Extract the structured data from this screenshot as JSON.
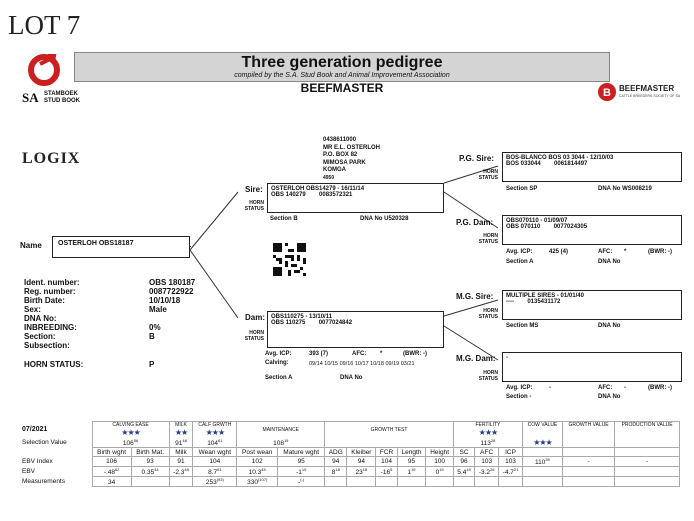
{
  "lot_label": "LOT 7",
  "header": {
    "title": "Three generation pedigree",
    "subtitle": "compiled by the S.A. Stud Book and Animal Improvement Association",
    "breed": "BEEFMASTER",
    "logo_left_sa": "SA",
    "logo_left_text1": "STAMBOEK",
    "logo_left_text2": "STUD BOOK",
    "logo_right_name": "BEEFMASTER",
    "logo_right_sub": "CATTLE BREEDERS SOCIETY OF SA",
    "logix": "LOGIX",
    "brand_red": "#cc1f1f"
  },
  "breeder": {
    "line1": "0438611000",
    "line2": "MR E.L. OSTERLOH",
    "line3": "P.O. BOX 82",
    "line4": "MIMOSA PARK",
    "line5": "KOMGA",
    "line6": "4950"
  },
  "animal": {
    "name_label": "Name",
    "name": "OSTERLOH OBS18187",
    "fields": [
      {
        "label": "Ident. number:",
        "value": "OBS 180187"
      },
      {
        "label": "Reg. number:",
        "value": "0087722922"
      },
      {
        "label": "Birth Date:",
        "value": "10/10/18"
      },
      {
        "label": "Sex:",
        "value": "Male"
      },
      {
        "label": "DNA No:",
        "value": ""
      },
      {
        "label": "INBREEDING:",
        "value": "0%"
      },
      {
        "label": "Section:",
        "value": "B"
      },
      {
        "label": "Subsection:",
        "value": ""
      }
    ],
    "horn_label": "HORN STATUS:",
    "horn_value": "P"
  },
  "labels": {
    "horn_status": "HORN STATUS",
    "section": "Section",
    "dna_no": "DNA No",
    "avg_icp": "Avg. ICP:",
    "afc": "AFC:",
    "bwr": "(BWR: -)",
    "calving": "Calving:"
  },
  "sire": {
    "label": "Sire:",
    "line1": "OSTERLOH OBS14279 - 16/11/14",
    "line2": "OBS 140279        0083572321",
    "section": "Section B",
    "dna": "DNA No U520328"
  },
  "dam": {
    "label": "Dam:",
    "line1": "OBS110275 - 13/10/11",
    "line2": "OBS 110275        0077024842",
    "avg_icp": "393 (7)",
    "afc": "*",
    "calving": "09/14 10/15 09/16 10/17 10/18 09/19 03/21",
    "section": "Section A",
    "dna": "DNA No"
  },
  "pg_sire": {
    "label": "P.G. Sire:",
    "line1": "BOS-BLANCO BOS 03 3044 - 12/10/03",
    "line2": "BOS 033044        0061814497",
    "section": "Section SP",
    "dna": "DNA No WS008219"
  },
  "pg_dam": {
    "label": "P.G. Dam:",
    "line1": "OBS070110 - 01/09/07",
    "line2": "OBS 070110        0077024305",
    "avg_icp": "425 (4)",
    "afc": "*",
    "section": "Section A",
    "dna": "DNA No"
  },
  "mg_sire": {
    "label": "M.G. Sire:",
    "line1": "MULTIPLE SIRES - 01/01/40",
    "line2": "----        0135431172",
    "section": "Section MS",
    "dna": "DNA No"
  },
  "mg_dam": {
    "label": "M.G. Dam:",
    "line1": "-",
    "avg_icp": "-",
    "afc": "-",
    "section": "Section -",
    "dna": "DNA No"
  },
  "table": {
    "date": "07/2021",
    "group_calving_ease": "CALVING EASE",
    "group_milk": "MILK",
    "group_calf_growth": "CALF GRWTH",
    "group_maintenance": "MAINTENANCE",
    "group_growth_test": "GROWTH TEST",
    "group_fertility": "FERTILITY",
    "group_cow_value": "COW VALUE",
    "group_growth_value": "GROWTH VALUE",
    "group_production_value": "PRODUCTION VALUE",
    "selection_label": "Selection Value",
    "sel_ce": "106",
    "sel_ce_acc": "56",
    "sel_milk": "91",
    "sel_milk_acc": "48",
    "sel_cg": "104",
    "sel_cg_acc": "61",
    "sel_maint": "108",
    "sel_maint_acc": "19",
    "sel_fert": "113",
    "sel_fert_acc": "28",
    "headers": [
      "Birth wght",
      "Birth Mat.",
      "Milk",
      "Wean wght",
      "Post wean",
      "Mature wght",
      "ADG",
      "Kleiber",
      "FCR",
      "Length",
      "Height",
      "SC",
      "AFC",
      "ICP",
      "",
      "",
      ""
    ],
    "ebv_index_label": "EBV Index",
    "ebv_index": [
      "106",
      "93",
      "91",
      "104",
      "102",
      "95",
      "94",
      "94",
      "104",
      "95",
      "100",
      "96",
      "103",
      "103",
      "110",
      "-",
      "-"
    ],
    "ebv_index_acc": "39",
    "ebv_label": "EBV",
    "ebv": [
      "-.48",
      "0.35",
      "-2.3",
      "8.7",
      "10.3",
      "-1",
      "8",
      "23",
      "-16",
      "1",
      "0",
      "5.4",
      "-3.2",
      "-4.7",
      "",
      "",
      ""
    ],
    "ebv_acc": [
      "62",
      "44",
      "48",
      "61",
      "45",
      "19",
      "18",
      "18",
      "5",
      "19",
      "19",
      "19",
      "26",
      "21",
      "",
      "",
      ""
    ],
    "meas_label": "Measurements",
    "meas": [
      "34",
      "",
      "",
      "253",
      "330",
      "-",
      "",
      "",
      "",
      "",
      "",
      "",
      "",
      "",
      "",
      "",
      ""
    ],
    "meas_acc": [
      "",
      "",
      "",
      "(93)",
      "(107)",
      "(-)",
      "",
      "",
      "",
      "",
      "",
      "",
      "",
      "",
      "",
      "",
      ""
    ]
  }
}
